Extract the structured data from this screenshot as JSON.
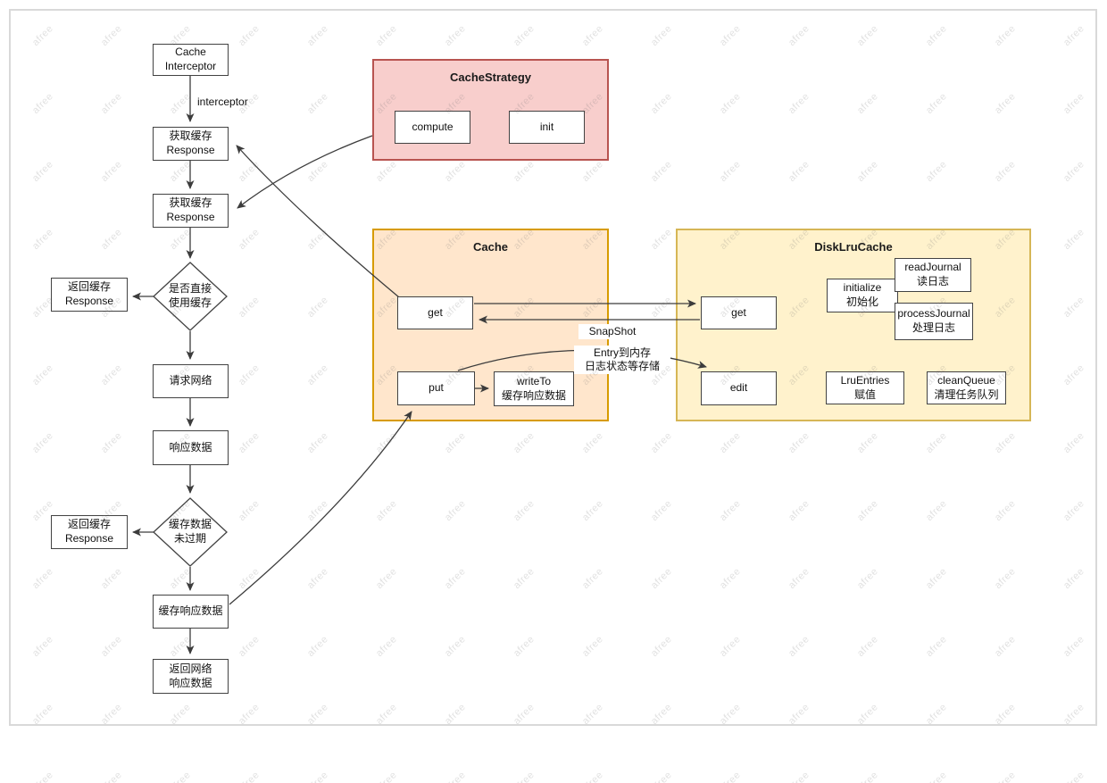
{
  "watermark": {
    "text": "afree"
  },
  "colors": {
    "cache_strategy_fill": "#f8cecc",
    "cache_strategy_border": "#b85450",
    "cache_fill": "#ffe6cc",
    "cache_border": "#d79b00",
    "disk_fill": "#fff2cc",
    "disk_border": "#d6b656",
    "node_border": "#424242",
    "edge_stroke": "#3c3c3c"
  },
  "flowchart": {
    "cache_interceptor": "Cache\nInterceptor",
    "interceptor_label": "interceptor",
    "get_cache_1": "获取缓存\nResponse",
    "get_cache_2": "获取缓存\nResponse",
    "decision_direct": "是否直接\n使用缓存",
    "return_cache_1": "返回缓存\nResponse",
    "request_network": "请求网络",
    "response_data": "响应数据",
    "decision_not_expired": "缓存数据\n未过期",
    "return_cache_2": "返回缓存\nResponse",
    "cache_response_data": "缓存响应数据",
    "return_network_data": "返回网络\n响应数据"
  },
  "cache_strategy": {
    "title": "CacheStrategy",
    "compute": "compute",
    "init": "init"
  },
  "cache": {
    "title": "Cache",
    "get": "get",
    "put": "put",
    "write_to": "writeTo\n缓存响应数据"
  },
  "disk": {
    "title": "DiskLruCache",
    "get": "get",
    "initialize": "initialize\n初始化",
    "read_journal": "readJournal\n读日志",
    "process_journal": "processJournal\n处理日志",
    "edit": "edit",
    "lru_entries": "LruEntries\n赋值",
    "clean_queue": "cleanQueue\n清理任务队列"
  },
  "edge_labels": {
    "snapshot": "SnapShot",
    "entry": "Entry到内存\n日志状态等存储"
  }
}
